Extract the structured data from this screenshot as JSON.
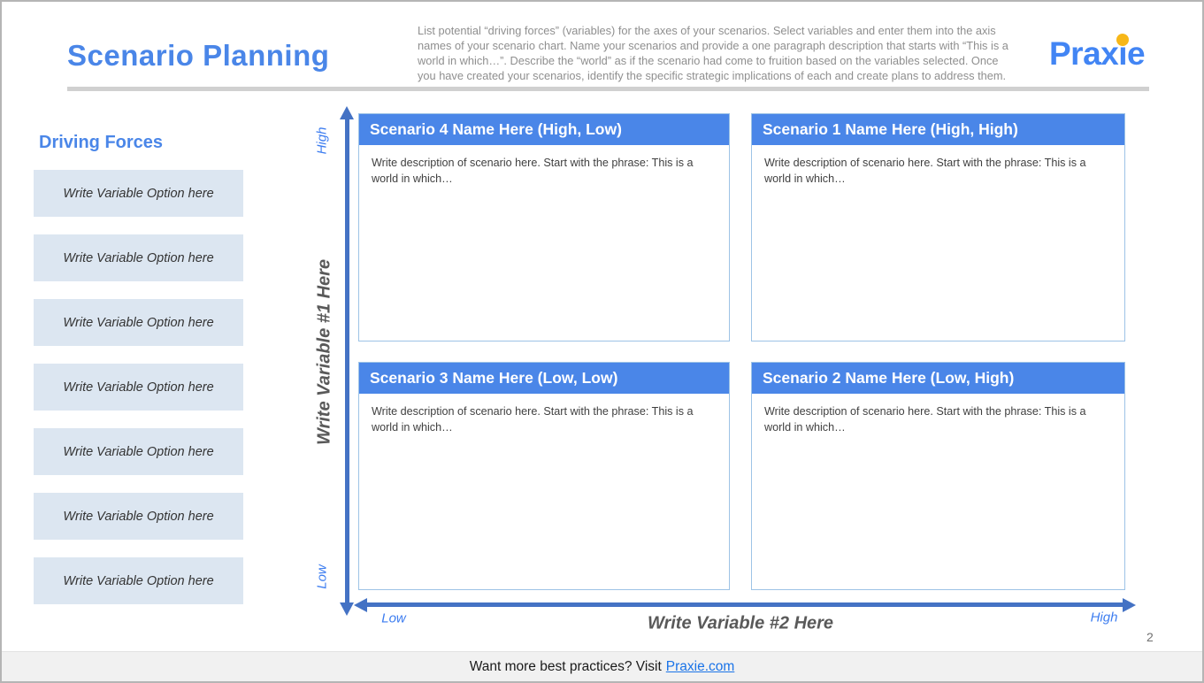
{
  "header": {
    "title": "Scenario Planning",
    "instructions": "List potential “driving forces” (variables) for the axes of your scenarios. Select variables and enter them into the axis names of your scenario chart. Name your scenarios and provide a one paragraph description that starts with “This is a world in which…”.  Describe the “world” as if the scenario had come to fruition based on the variables selected. Once you have created your scenarios, identify the specific strategic implications of each and create plans to address them.",
    "logo": {
      "prefix": "Prax",
      "i_letter": "i",
      "suffix": "e"
    }
  },
  "sidebar": {
    "title": "Driving Forces",
    "items": [
      "Write Variable Option here",
      "Write Variable Option here",
      "Write Variable Option here",
      "Write Variable Option here",
      "Write Variable Option here",
      "Write Variable Option here",
      "Write Variable Option here"
    ]
  },
  "matrix": {
    "quadrants": [
      {
        "title": "Scenario 4 Name Here (High, Low)",
        "description": "Write description of scenario here.  Start with the phrase:  This is a world in which…"
      },
      {
        "title": "Scenario 1 Name Here (High, High)",
        "description": "Write description of scenario here.  Start with the phrase:  This is a world in which…"
      },
      {
        "title": "Scenario 3 Name Here (Low, Low)",
        "description": "Write description of scenario here.  Start with the phrase:  This is a world in which…"
      },
      {
        "title": "Scenario 2 Name Here (Low, High)",
        "description": "Write description of scenario here.  Start with the phrase:  This is a world in which…"
      }
    ],
    "y_axis": {
      "label": "Write Variable #1 Here",
      "top": "High",
      "bottom": "Low"
    },
    "x_axis": {
      "label": "Write Variable #2 Here",
      "left": "Low",
      "right": "High"
    }
  },
  "footer": {
    "text": "Want more best practices? Visit",
    "link": "Praxie.com"
  },
  "page_number": "2",
  "colors": {
    "accent_blue": "#4a86e8",
    "logo_blue": "#4285f4",
    "logo_dot_yellow": "#f7b718",
    "axis_blue": "#4472c4",
    "axis_label_blue": "#3d7df0",
    "sidebar_box_fill": "#dce6f1",
    "quadrant_border": "#9dc3e6",
    "link_blue": "#1a73e8",
    "instructions_gray": "#8f8f8f",
    "footer_bg": "#f1f1f1"
  }
}
